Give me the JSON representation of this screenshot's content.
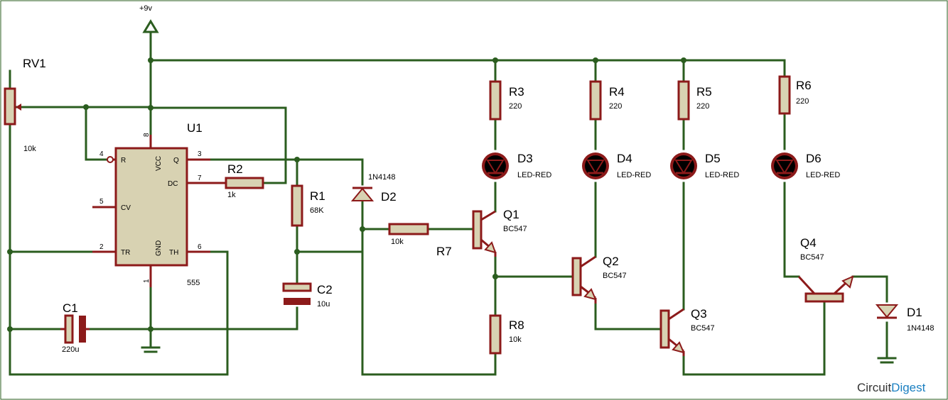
{
  "supply": {
    "label": "+9v"
  },
  "components": {
    "RV1": {
      "ref": "RV1",
      "value": "10k"
    },
    "U1": {
      "ref": "U1",
      "value": "555",
      "pins": {
        "p4": "4",
        "p3": "3",
        "p7": "7",
        "p5": "5",
        "p2": "2",
        "p6": "6",
        "p8": "8",
        "p1": "1"
      },
      "labels": {
        "R": "R",
        "VCC": "VCC",
        "Q": "Q",
        "DC": "DC",
        "CV": "CV",
        "TR": "TR",
        "GND": "GND",
        "TH": "TH"
      }
    },
    "R1": {
      "ref": "R1",
      "value": "68K"
    },
    "R2": {
      "ref": "R2",
      "value": "1k"
    },
    "C1": {
      "ref": "C1",
      "value": "220u"
    },
    "C2": {
      "ref": "C2",
      "value": "10u"
    },
    "D2": {
      "ref": "D2",
      "value": "1N4148"
    },
    "R7": {
      "ref": "R7",
      "value": "10k"
    },
    "R3": {
      "ref": "R3",
      "value": "220"
    },
    "R4": {
      "ref": "R4",
      "value": "220"
    },
    "R5": {
      "ref": "R5",
      "value": "220"
    },
    "R6": {
      "ref": "R6",
      "value": "220"
    },
    "D3": {
      "ref": "D3",
      "value": "LED-RED"
    },
    "D4": {
      "ref": "D4",
      "value": "LED-RED"
    },
    "D5": {
      "ref": "D5",
      "value": "LED-RED"
    },
    "D6": {
      "ref": "D6",
      "value": "LED-RED"
    },
    "Q1": {
      "ref": "Q1",
      "value": "BC547"
    },
    "Q2": {
      "ref": "Q2",
      "value": "BC547"
    },
    "Q3": {
      "ref": "Q3",
      "value": "BC547"
    },
    "Q4": {
      "ref": "Q4",
      "value": "BC547"
    },
    "R8": {
      "ref": "R8",
      "value": "10k"
    },
    "D1": {
      "ref": "D1",
      "value": "1N4148"
    }
  },
  "logo": {
    "text_a": "Circuit",
    "text_b": "Digest"
  },
  "colors": {
    "wire": "#2b5d1f",
    "component": "#8c1a1a",
    "fill": "#d8d2b2",
    "logo_a": "#333333",
    "logo_b": "#1a7fc1"
  }
}
